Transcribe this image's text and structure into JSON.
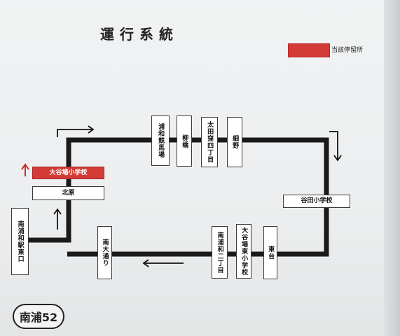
{
  "title": "運行系統",
  "legend": {
    "label": "当該停留所",
    "color": "#d33b37"
  },
  "route_badge": "南浦52",
  "stops": {
    "ootanidai_shogakko": "大谷場小学校",
    "kitahara": "北原",
    "minamiura_eki_higashiguchi": "南浦和駅東口",
    "urawa_keibajo": "浦和競馬場",
    "yanagibashi": "柳橋",
    "ootakubo_yonchome": "太田窪四丁目",
    "hosono": "細野",
    "yata_shogakko": "谷田小学校",
    "higashidai": "東台",
    "ootaniba_higashi_shogakko": "大谷場東小学校",
    "minamiura_nichome": "南浦和二丁目",
    "minami_odori": "南大通り"
  }
}
